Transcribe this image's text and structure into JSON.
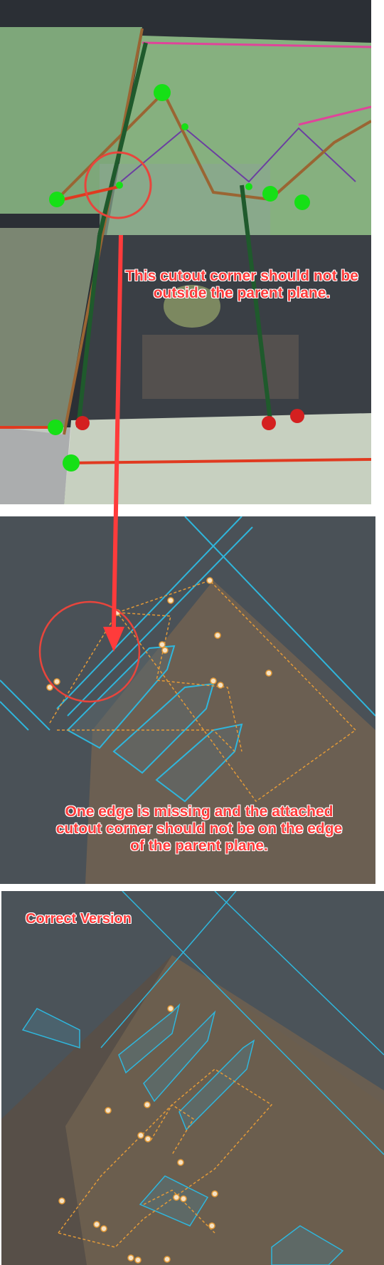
{
  "annotations": {
    "note_cutout_outside": "This cutout corner should not be outside the parent plane.",
    "note_edge_missing": "One edge is missing and the attached cutout corner should not be on the edge of the parent plane.",
    "title_correct": "Correct Version"
  },
  "colors": {
    "annotation_red": "#ff3b3b",
    "vertex_green": "#16e016",
    "vertex_red": "#d42020",
    "wire_cyan": "#2fb6dc",
    "cutout_orange": "#e39a38"
  }
}
